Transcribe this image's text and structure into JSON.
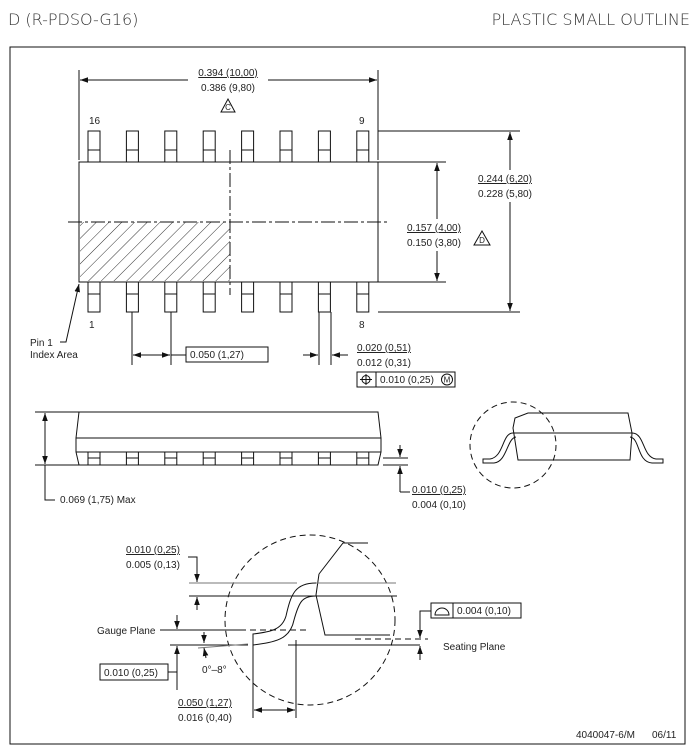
{
  "header": {
    "package_code": "D (R-PDSO-G16)",
    "package_type": "PLASTIC SMALL OUTLINE"
  },
  "top_view": {
    "length_max": "0.394 (10,00)",
    "length_min": "0.386 (9,80)",
    "length_note": "C",
    "pin_16": "16",
    "pin_9": "9",
    "pin_1": "1",
    "pin_8": "8",
    "pin1_label_line1": "Pin 1",
    "pin1_label_line2": "Index Area",
    "pitch": "0.050 (1,27)",
    "lead_width_max": "0.020 (0,51)",
    "lead_width_min": "0.012 (0,31)",
    "position_tolerance": "0.010 (0,25)",
    "position_modifier": "M",
    "overall_width_max": "0.244 (6,20)",
    "overall_width_min": "0.228 (5,80)",
    "body_width_max": "0.157 (4,00)",
    "body_width_min": "0.150 (3,80)",
    "body_width_note": "D"
  },
  "side_view": {
    "height_max": "0.069 (1,75) Max",
    "standoff_max": "0.010 (0,25)",
    "standoff_min": "0.004 (0,10)"
  },
  "detail_view": {
    "lead_thickness_max": "0.010 (0,25)",
    "lead_thickness_min": "0.005 (0,13)",
    "gauge_plane": "Gauge Plane",
    "seating_plane": "Seating Plane",
    "gauge_height": "0.010 (0,25)",
    "angle": "0°–8°",
    "coplanarity": "0.004 (0,10)",
    "foot_length_max": "0.050 (1,27)",
    "foot_length_min": "0.016 (0,40)"
  },
  "footer": {
    "drawing_number": "4040047-6/M",
    "date": "06/11"
  }
}
